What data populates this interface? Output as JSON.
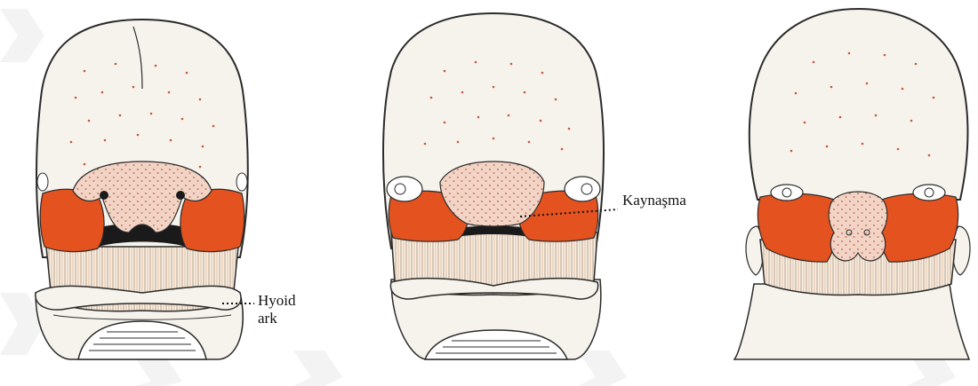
{
  "labels": {
    "hyoid_line1": "Hyoid",
    "hyoid_line2": "ark",
    "fusion": "Kaynaşma"
  },
  "colors": {
    "paper": "#ffffff",
    "skin": "#f6f3ed",
    "outline": "#2b2b2b",
    "maxillary_orange": "#e4521f",
    "frontonasal_pink": "#f1d4c6",
    "stipple": "#c8583a",
    "mandible_stripe": "#b8a186",
    "watermark": "#f3f3f3"
  },
  "figure": {
    "panels": [
      "embryo-face-early",
      "embryo-face-middle",
      "embryo-face-late"
    ]
  }
}
